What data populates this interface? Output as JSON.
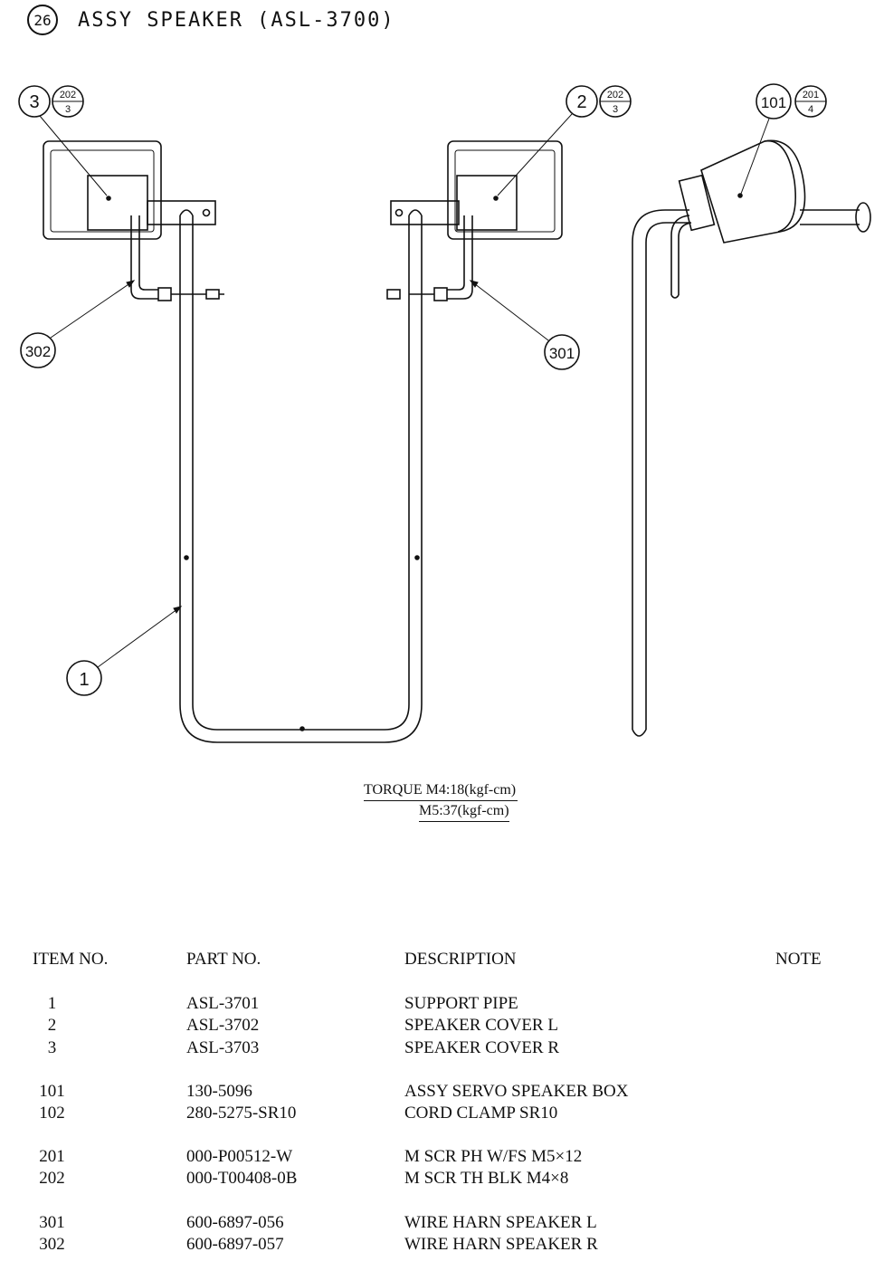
{
  "title": {
    "badge": "26",
    "text": "ASSY SPEAKER (ASL-3700)"
  },
  "callouts": {
    "item3": {
      "main": "3",
      "num": "202",
      "den": "3"
    },
    "item2": {
      "main": "2",
      "num": "202",
      "den": "3"
    },
    "item101": {
      "main": "101",
      "num": "201",
      "den": "4"
    },
    "item302": "302",
    "item301": "301",
    "item1": "1"
  },
  "torque": {
    "line1": "TORQUE M4:18(kgf-cm)",
    "line2": "M5:37(kgf-cm)"
  },
  "parts_table": {
    "headers": {
      "item": "ITEM NO.",
      "part": "PART NO.",
      "desc": "DESCRIPTION",
      "note": "NOTE"
    },
    "rows": [
      {
        "item": "1",
        "part": "ASL-3701",
        "desc": "SUPPORT PIPE"
      },
      {
        "item": "2",
        "part": "ASL-3702",
        "desc": "SPEAKER COVER L"
      },
      {
        "item": "3",
        "part": "ASL-3703",
        "desc": "SPEAKER COVER R"
      },
      {
        "item": "101",
        "part": "130-5096",
        "desc": "ASSY SERVO SPEAKER BOX"
      },
      {
        "item": "102",
        "part": "280-5275-SR10",
        "desc": "CORD CLAMP SR10"
      },
      {
        "item": "201",
        "part": "000-P00512-W",
        "desc": "M SCR PH W/FS M5×12"
      },
      {
        "item": "202",
        "part": "000-T00408-0B",
        "desc": "M SCR TH BLK M4×8"
      },
      {
        "item": "301",
        "part": "600-6897-056",
        "desc": "WIRE HARN SPEAKER L"
      },
      {
        "item": "302",
        "part": "600-6897-057",
        "desc": "WIRE HARN SPEAKER R"
      }
    ]
  }
}
